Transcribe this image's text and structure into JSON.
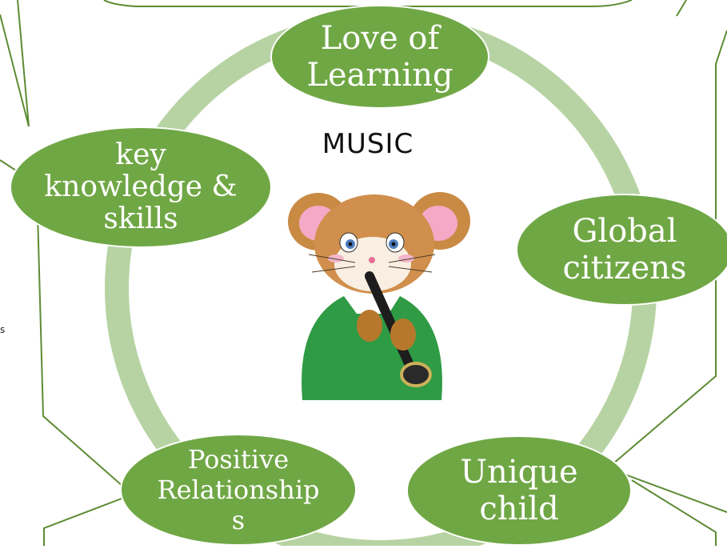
{
  "title": "MUSIC",
  "center_image": "mouse-playing-clarinet-illustration",
  "nodes": [
    {
      "id": "love-of-learning",
      "label": "Love of\nLearning"
    },
    {
      "id": "key-knowledge-skills",
      "label": "key\nknowledge &\nskills"
    },
    {
      "id": "global-citizens",
      "label": "Global\ncitizens"
    },
    {
      "id": "positive-relationships",
      "label": "Positive\nRelationship\ns"
    },
    {
      "id": "unique-child",
      "label": "Unique\nchild"
    }
  ],
  "stray_text": "s",
  "colors": {
    "node_fill": "#70a745",
    "ring": "#b7d3a3",
    "callout_line": "#5d8b34"
  }
}
